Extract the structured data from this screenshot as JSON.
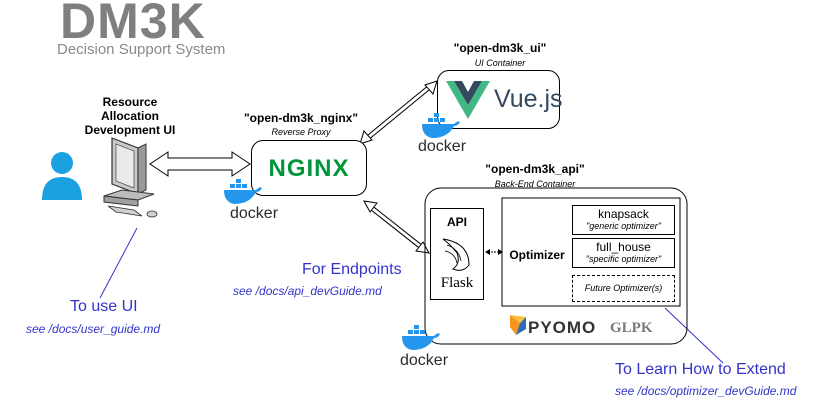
{
  "header": {
    "title": "DM3K",
    "subtitle": "Decision Support System"
  },
  "ui_client": {
    "label_line1": "Resource",
    "label_line2": "Allocation",
    "label_line3": "Development UI"
  },
  "nginx": {
    "name": "\"open-dm3k_nginx\"",
    "role": "Reverse Proxy",
    "logo_text": "NGINX"
  },
  "ui_container": {
    "name": "\"open-dm3k_ui\"",
    "role": "UI Container",
    "logo_text": "Vue.js"
  },
  "api_container": {
    "name": "\"open-dm3k_api\"",
    "role": "Back-End Container",
    "api_label": "API",
    "flask_label": "Flask",
    "optimizer_label": "Optimizer",
    "optimizers": [
      {
        "title": "knapsack",
        "subtitle": "\"generic optimizer\""
      },
      {
        "title": "full_house",
        "subtitle": "\"specific optimizer\""
      },
      {
        "title": "Future Optimizer(s)",
        "subtitle": ""
      }
    ],
    "pyomo_label": "PYOMO",
    "glpk_label": "GLPK"
  },
  "docker_label": "docker",
  "annotations": {
    "use_ui": "To use UI",
    "use_ui_doc": "see /docs/user_guide.md",
    "endpoints": "For Endpoints",
    "endpoints_doc": "see /docs/api_devGuide.md",
    "extend": "To Learn How to Extend",
    "extend_doc": "see /docs/optimizer_devGuide.md"
  },
  "colors": {
    "nginx_green": "#009639",
    "vue_green": "#41b883",
    "vue_dark": "#34495e",
    "docker_blue": "#2496ed",
    "user_blue": "#1ba1e2",
    "annotation_blue": "#3333cc",
    "title_gray": "#7f7f7f"
  }
}
